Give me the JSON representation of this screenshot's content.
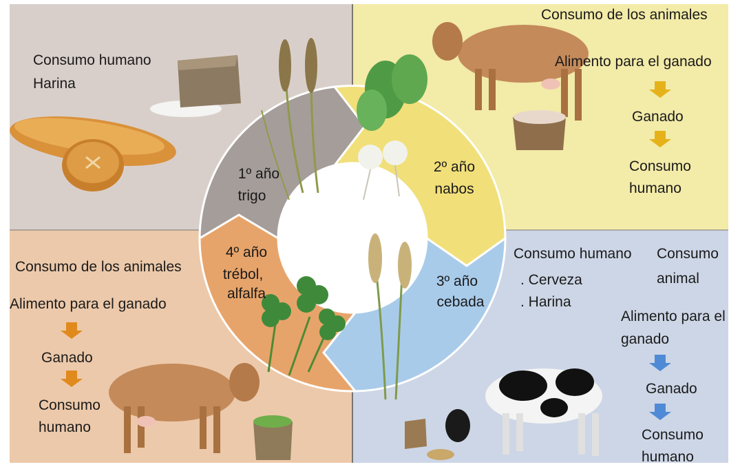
{
  "quadrants": {
    "top_left": {
      "heading": "Consumo humano",
      "product": "Harina",
      "color": "#d9cfca"
    },
    "top_right": {
      "heading": "Consumo de los animales",
      "step1": "Alimento para el ganado",
      "step2": "Ganado",
      "step3_line1": "Consumo",
      "step3_line2": "humano",
      "color": "#f3eba8",
      "arrow_color": "#e6b21a"
    },
    "bottom_left": {
      "heading": "Consumo de los animales",
      "step1": "Alimento para el ganado",
      "step2": "Ganado",
      "step3_line1": "Consumo",
      "step3_line2": "humano",
      "color": "#ecc9aa",
      "arrow_color": "#e08a1e"
    },
    "bottom_right": {
      "human_heading": "Consumo humano",
      "human_item1": ". Cerveza",
      "human_item2": ". Harina",
      "animal_heading_line1": "Consumo",
      "animal_heading_line2": "animal",
      "step1_line1": "Alimento para el",
      "step1_line2": "ganado",
      "step2": "Ganado",
      "step3_line1": "Consumo",
      "step3_line2": "humano",
      "color": "#cdd6e6",
      "arrow_color": "#4f8ad6"
    }
  },
  "wheel": {
    "segments": [
      {
        "year": "1º año",
        "crop": "trigo",
        "color": "#a59d9a"
      },
      {
        "year": "2º año",
        "crop": "nabos",
        "color": "#f1df7a"
      },
      {
        "year": "3º año",
        "crop": "cebada",
        "color": "#a9cbea"
      },
      {
        "year": "4º año",
        "crop_line1": "trébol,",
        "crop_line2": "alfalfa",
        "color": "#e7a46a"
      }
    ]
  }
}
